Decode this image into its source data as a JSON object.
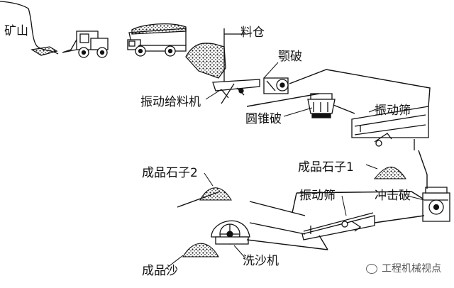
{
  "labels": {
    "mine": "矿山",
    "silo": "料仓",
    "jaw_crusher": "颚破",
    "vibrating_feeder": "振动给料机",
    "cone_crusher": "圆锥破",
    "vibrating_screen_1": "振动筛",
    "product_stone_1": "成品石子1",
    "product_stone_2": "成品石子2",
    "vibrating_screen_2": "振动筛",
    "impact_crusher": "冲击破",
    "sand_washer": "洗沙机",
    "product_sand": "成品沙"
  },
  "watermark": "工程机械视点",
  "colors": {
    "line": "#111111",
    "pile": "#222222",
    "background": "#ffffff"
  }
}
